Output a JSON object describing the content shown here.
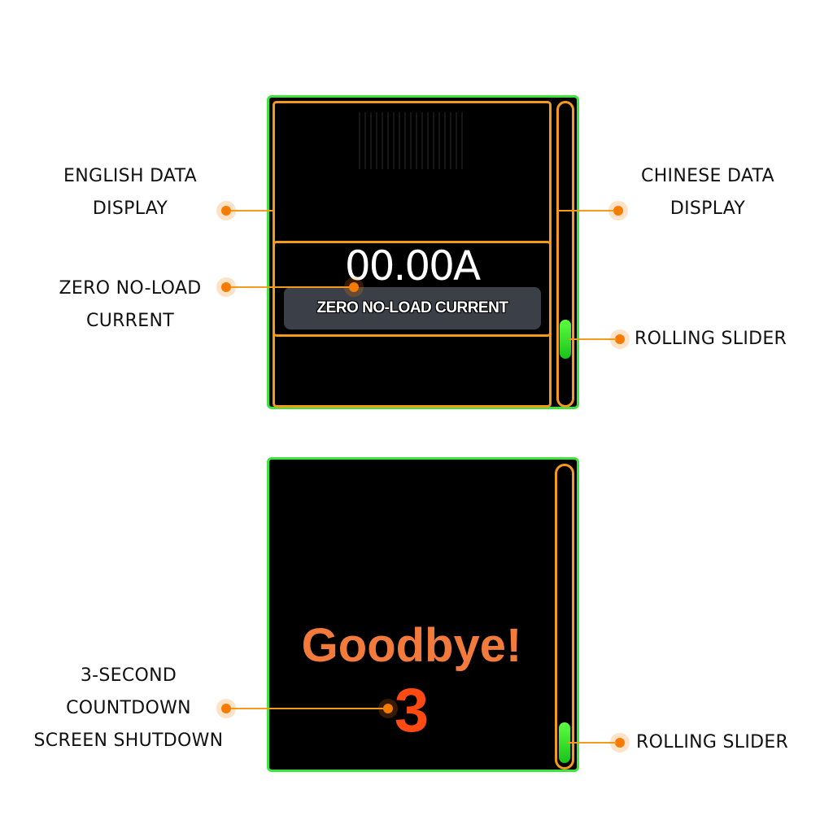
{
  "annotations": {
    "english_data_display": "ENGLISH DATA\nDISPLAY",
    "chinese_data_display": "CHINESE DATA\nDISPLAY",
    "zero_no_load_current": "ZERO NO-LOAD\nCURRENT",
    "rolling_slider_top": "ROLLING SLIDER",
    "countdown_shutdown": "3-SECOND\nCOUNTDOWN\nSCREEN SHUTDOWN",
    "rolling_slider_bottom": "ROLLING SLIDER"
  },
  "top_screen": {
    "current_value": "00.00A",
    "tooltip": "ZERO NO-LOAD CURRENT"
  },
  "bottom_screen": {
    "message": "Goodbye!",
    "countdown": "3"
  },
  "colors": {
    "screen_border": "#3ce43c",
    "frame_orange": "#f39a1c",
    "goodbye_text": "#f27a3a",
    "countdown_text": "#ff4a12",
    "slider_thumb": "#2ee82a"
  }
}
